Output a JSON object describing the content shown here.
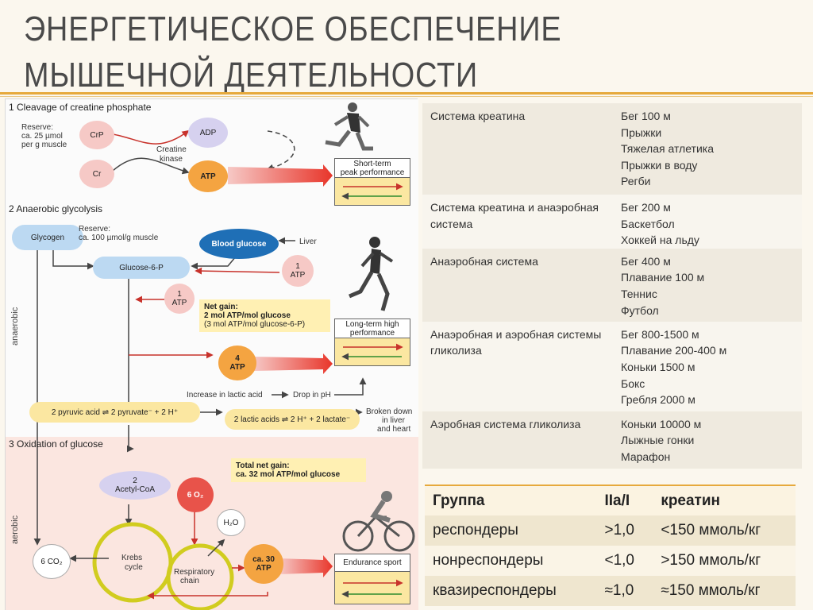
{
  "title": "Энергетическое обеспечение мышечной деятельности",
  "diagram": {
    "section1": "1  Cleavage of creatine phosphate",
    "reserve1": [
      "Reserve:",
      "ca. 25 µmol",
      "per g muscle"
    ],
    "crp": "CrP",
    "cr": "Cr",
    "adp": "ADP",
    "atp": "ATP",
    "kinase": [
      "Creatine",
      "kinase"
    ],
    "perf_short": [
      "Short-term",
      "peak performance"
    ],
    "section2": "2  Anaerobic glycolysis",
    "glycogen": "Glycogen",
    "reserve2": [
      "Reserve:",
      "ca. 100 µmol/g muscle"
    ],
    "blood_glucose": [
      "Blood",
      "glucose"
    ],
    "liver": "Liver",
    "atp1_a": [
      "1",
      "ATP"
    ],
    "glucose6p": "Glucose-6-P",
    "atp1_b": [
      "1",
      "ATP"
    ],
    "net_gain": [
      "Net gain:",
      "2 mol ATP/mol glucose",
      "(3 mol ATP/mol glucose-6-P)"
    ],
    "atp4": [
      "4",
      "ATP"
    ],
    "perf_long": [
      "Long-term high",
      "performance"
    ],
    "lactic": "Increase in lactic acid",
    "ph": "Drop in pH",
    "pyruvic": "2 pyruvic acid ⇌ 2 pyruvate⁻ + 2 H⁺",
    "lactic_acids": "2 lactic acids ⇌ 2 H⁺ + 2 lactate⁻",
    "broken": [
      "Broken down",
      "in liver",
      "and heart"
    ],
    "anaerobic_label": "anaerobic",
    "section3": "3  Oxidation of glucose",
    "acetyl": [
      "2",
      "Acetyl-CoA"
    ],
    "o2": "6 O₂",
    "total": [
      "Total net gain:",
      "ca. 32 mol ATP/mol glucose"
    ],
    "h2o": "H₂O",
    "co2": "6 CO₂",
    "krebs": [
      "Krebs",
      "cycle"
    ],
    "resp": [
      "Respiratory",
      "chain"
    ],
    "atp30": [
      "ca. 30",
      "ATP"
    ],
    "endurance": "Endurance sport",
    "aerobic_label": "aerobic"
  },
  "systems": [
    {
      "system": "Система креатина",
      "sports": [
        "Бег 100 м",
        "Прыжки",
        "Тяжелая атлетика",
        "Прыжки в воду",
        "Регби"
      ]
    },
    {
      "system": "Система креатина и анаэробная система",
      "sports": [
        "Бег 200 м",
        "Баскетбол",
        "Хоккей на льду"
      ]
    },
    {
      "system": "Анаэробная система",
      "sports": [
        "Бег 400 м",
        "Плавание 100 м",
        "Теннис",
        "Футбол"
      ]
    },
    {
      "system": "Анаэробная и аэробная системы гликолиза",
      "sports": [
        "Бег 800-1500 м",
        "Плавание 200-400 м",
        "Коньки 1500 м",
        "Бокс",
        "Гребля 2000 м"
      ]
    },
    {
      "system": "Аэробная система гликолиза",
      "sports": [
        "Коньки 10000 м",
        "Лыжные гонки",
        "Марафон"
      ]
    }
  ],
  "groups": {
    "headers": [
      "Группа",
      "IIa/I",
      "креатин"
    ],
    "rows": [
      [
        "респондеры",
        ">1,0",
        "<150 ммоль/кг"
      ],
      [
        "нонреспондеры",
        "<1,0",
        ">150 ммоль/кг"
      ],
      [
        "квазиреспондеры",
        "≈1,0",
        "≈150 ммоль/кг"
      ]
    ]
  }
}
